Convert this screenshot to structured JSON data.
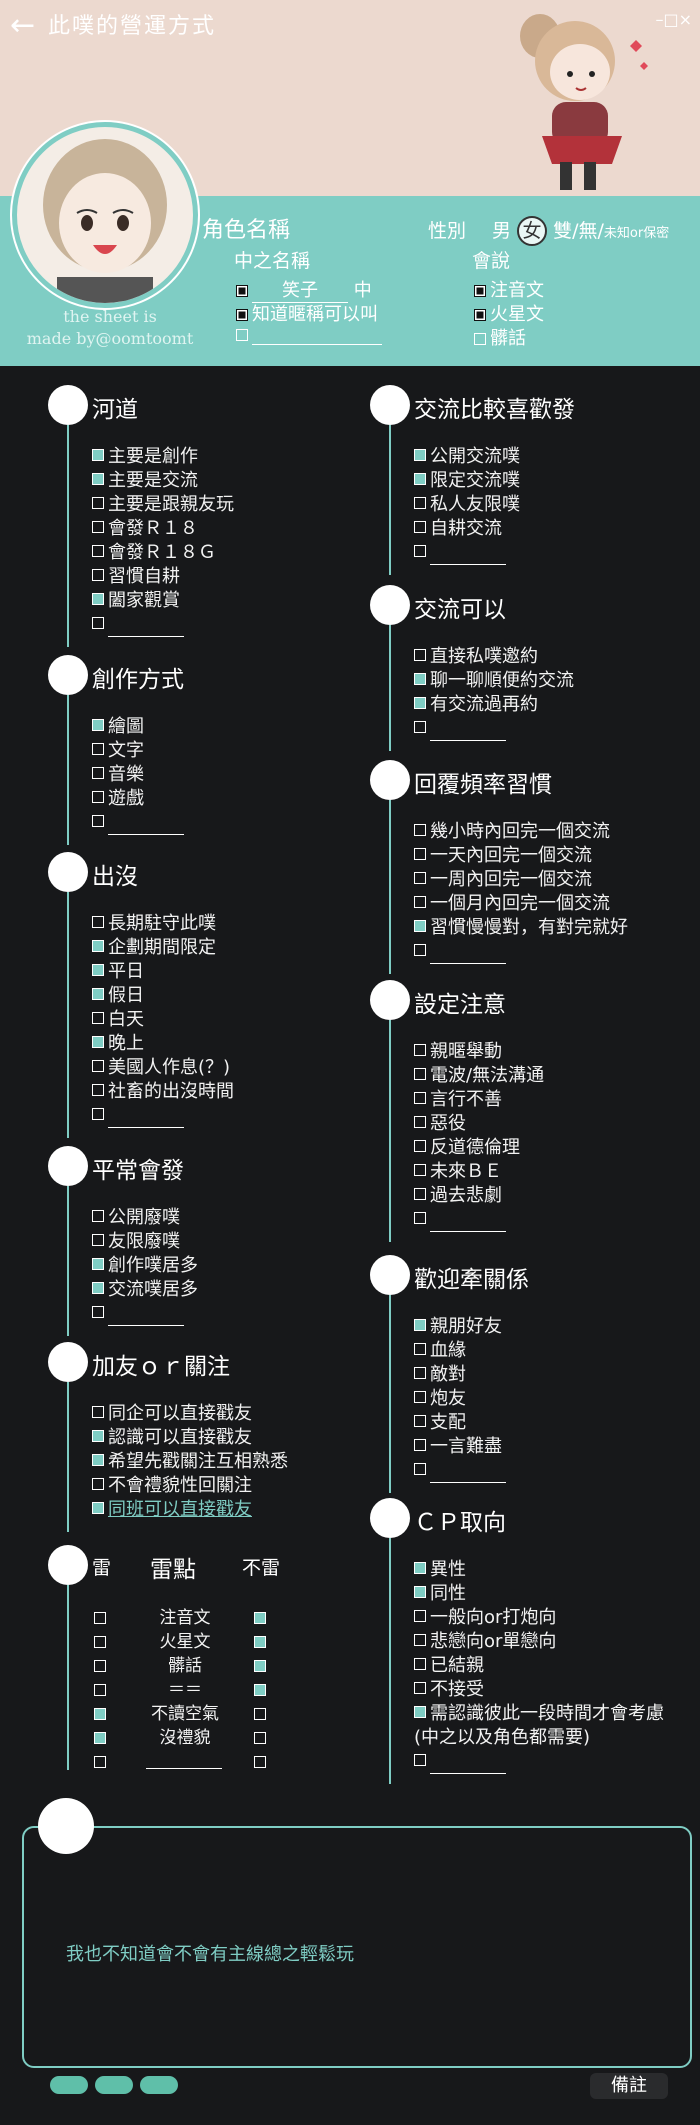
{
  "header": {
    "title": "此噗的營運方式",
    "back_icon": "←",
    "window_controls": "–□×"
  },
  "profile": {
    "credit_line1": "the sheet is",
    "credit_line2": "made by@oomtoomt",
    "role_name_label": "角色名稱",
    "gender_label": "性別",
    "gender_male": "男",
    "gender_selected": "女",
    "gender_rest": "雙/無/",
    "gender_small": "未知or保密",
    "zh_name_label": "中之名稱",
    "zh_name_value": "笑子",
    "zh_name_suffix": "中",
    "zh_name_opt2": "知道暱稱可以叫",
    "speak_label": "會說",
    "speak_items": [
      "注音文",
      "火星文",
      "髒話"
    ]
  },
  "left_sections": [
    {
      "title": "河道",
      "items": [
        {
          "text": "主要是創作",
          "on": true
        },
        {
          "text": "主要是交流",
          "on": true
        },
        {
          "text": "主要是跟親友玩",
          "on": false
        },
        {
          "text": "會發Ｒ１８",
          "on": false
        },
        {
          "text": "會發Ｒ１８Ｇ",
          "on": false
        },
        {
          "text": "習慣自耕",
          "on": false
        },
        {
          "text": "闔家觀賞",
          "on": true
        },
        {
          "text": "",
          "on": false,
          "blank": true
        }
      ]
    },
    {
      "title": "創作方式",
      "items": [
        {
          "text": "繪圖",
          "on": true
        },
        {
          "text": "文字",
          "on": false
        },
        {
          "text": "音樂",
          "on": false
        },
        {
          "text": "遊戲",
          "on": false
        },
        {
          "text": "",
          "on": false,
          "blank": true
        }
      ]
    },
    {
      "title": "出沒",
      "items": [
        {
          "text": "長期駐守此噗",
          "on": false
        },
        {
          "text": "企劃期間限定",
          "on": true
        },
        {
          "text": "平日",
          "on": true
        },
        {
          "text": "假日",
          "on": true
        },
        {
          "text": "白天",
          "on": false
        },
        {
          "text": "晚上",
          "on": true
        },
        {
          "text": "美國人作息(？)",
          "on": false
        },
        {
          "text": "社畜的出沒時間",
          "on": false
        },
        {
          "text": "",
          "on": false,
          "blank": true
        }
      ]
    },
    {
      "title": "平常會發",
      "items": [
        {
          "text": "公開廢噗",
          "on": false
        },
        {
          "text": "友限廢噗",
          "on": false
        },
        {
          "text": "創作噗居多",
          "on": true
        },
        {
          "text": "交流噗居多",
          "on": true
        },
        {
          "text": "",
          "on": false,
          "blank": true
        }
      ]
    },
    {
      "title": "加友ｏｒ關注",
      "items": [
        {
          "text": "同企可以直接戳友",
          "on": false
        },
        {
          "text": "認識可以直接戳友",
          "on": true
        },
        {
          "text": "希望先戳關注互相熟悉",
          "on": true
        },
        {
          "text": "不會禮貌性回關注",
          "on": false
        },
        {
          "text": "同班可以直接戳友",
          "on": true,
          "hl": true
        }
      ]
    }
  ],
  "right_sections": [
    {
      "title": "交流比較喜歡發",
      "items": [
        {
          "text": "公開交流噗",
          "on": true
        },
        {
          "text": "限定交流噗",
          "on": true
        },
        {
          "text": "私人友限噗",
          "on": false
        },
        {
          "text": "自耕交流",
          "on": false
        },
        {
          "text": "",
          "on": false,
          "blank": true
        }
      ]
    },
    {
      "title": "交流可以",
      "items": [
        {
          "text": "直接私噗邀約",
          "on": false
        },
        {
          "text": "聊一聊順便約交流",
          "on": true
        },
        {
          "text": "有交流過再約",
          "on": true
        },
        {
          "text": "",
          "on": false,
          "blank": true
        }
      ]
    },
    {
      "title": "回覆頻率習慣",
      "items": [
        {
          "text": "幾小時內回完一個交流",
          "on": false
        },
        {
          "text": "一天內回完一個交流",
          "on": false
        },
        {
          "text": "一周內回完一個交流",
          "on": false
        },
        {
          "text": "一個月內回完一個交流",
          "on": false
        },
        {
          "text": "習慣慢慢對，有對完就好",
          "on": true
        },
        {
          "text": "",
          "on": false,
          "blank": true
        }
      ]
    },
    {
      "title": "設定注意",
      "items": [
        {
          "text": "親暱舉動",
          "on": false
        },
        {
          "text": "電波/無法溝通",
          "on": false
        },
        {
          "text": "言行不善",
          "on": false
        },
        {
          "text": "惡役",
          "on": false
        },
        {
          "text": "反道德倫理",
          "on": false
        },
        {
          "text": "未來ＢＥ",
          "on": false
        },
        {
          "text": "過去悲劇",
          "on": false
        },
        {
          "text": "",
          "on": false,
          "blank": true
        }
      ]
    },
    {
      "title": "歡迎牽關係",
      "items": [
        {
          "text": "親朋好友",
          "on": true
        },
        {
          "text": "血緣",
          "on": false
        },
        {
          "text": "敵對",
          "on": false
        },
        {
          "text": "炮友",
          "on": false
        },
        {
          "text": "支配",
          "on": false
        },
        {
          "text": "一言難盡",
          "on": false
        },
        {
          "text": "",
          "on": false,
          "blank": true
        }
      ]
    },
    {
      "title": "ＣＰ取向",
      "items": [
        {
          "text": "異性",
          "on": true
        },
        {
          "text": "同性",
          "on": true
        },
        {
          "text": "一般向or打炮向",
          "on": false
        },
        {
          "text": "悲戀向or單戀向",
          "on": false
        },
        {
          "text": "已結親",
          "on": false
        },
        {
          "text": "不接受",
          "on": false
        },
        {
          "text": "需認識彼此一段時間才會考慮",
          "on": true
        },
        {
          "text": "(中之以及角色都需要)",
          "on": false,
          "nobox": true
        },
        {
          "text": "",
          "on": false,
          "blank": true
        }
      ]
    }
  ],
  "thunder": {
    "left_head": "雷",
    "mid_head": "雷點",
    "right_head": "不雷",
    "rows": [
      {
        "label": "注音文",
        "l": false,
        "r": true
      },
      {
        "label": "火星文",
        "l": false,
        "r": true
      },
      {
        "label": "髒話",
        "l": false,
        "r": true
      },
      {
        "label": "＝＝",
        "l": false,
        "r": true
      },
      {
        "label": "不讀空氣",
        "l": true,
        "r": false
      },
      {
        "label": "沒禮貌",
        "l": true,
        "r": false
      },
      {
        "label": "",
        "l": false,
        "r": false,
        "blank": true
      }
    ]
  },
  "notes": {
    "text": "我也不知道會不會有主線總之輕鬆玩",
    "remark_button": "備註"
  },
  "colors": {
    "teal": "#7fcdc4",
    "peach": "#ecd9cf",
    "dark": "#17181a"
  }
}
